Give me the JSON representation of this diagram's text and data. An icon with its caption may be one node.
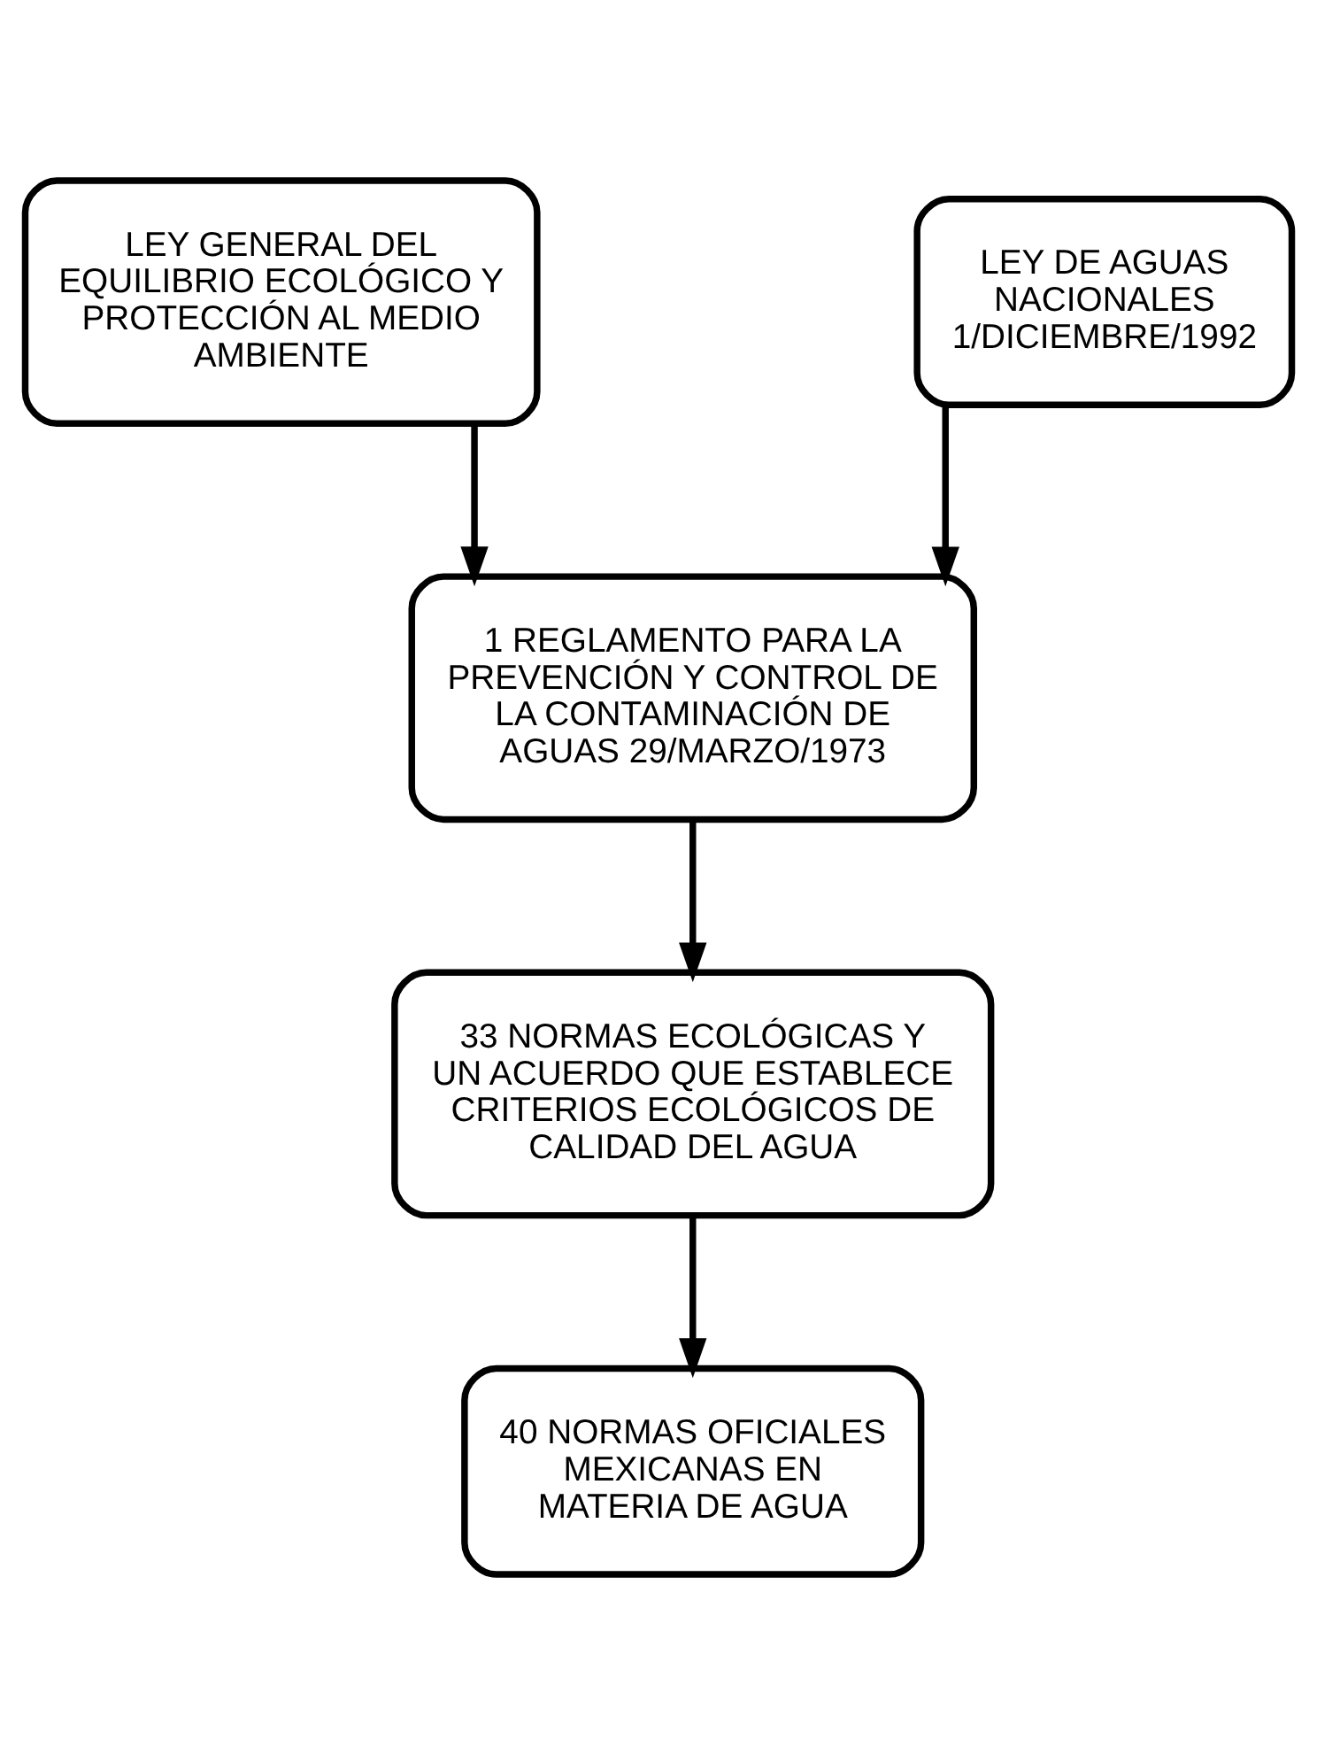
{
  "diagram": {
    "nodes": [
      {
        "text": [
          "LEY GENERAL DEL EQUILIBRIO ECOLÓGICO Y PROTECCIÓN AL MEDIO AMBIENTE"
        ]
      },
      {
        "text": [
          "LEY DE AGUAS NACIONALES 1/DICIEMBRE/1992"
        ]
      },
      {
        "text": [
          "1 REGLAMENTO PARA LA PREVENCIÓN Y CONTROL DE LA CONTAMINACIÓN DE AGUAS 29/MARZO/1973"
        ]
      },
      {
        "text": [
          "33 NORMAS ECOLÓGICAS Y UN ACUERDO QUE ESTABLECE CRITERIOS ECOLÓGICOS DE CALIDAD DEL AGUA"
        ]
      },
      {
        "text": [
          "40 NORMAS OFICIALES MEXICANAS EN MATERIA DE AGUA"
        ]
      }
    ],
    "edges": [
      {
        "from": 0,
        "to": 2,
        "arrow": "to"
      },
      {
        "from": 1,
        "to": 2,
        "arrow": "to"
      },
      {
        "from": 2,
        "to": 3,
        "arrow": "to"
      },
      {
        "from": 3,
        "to": 4,
        "arrow": "to"
      }
    ]
  }
}
